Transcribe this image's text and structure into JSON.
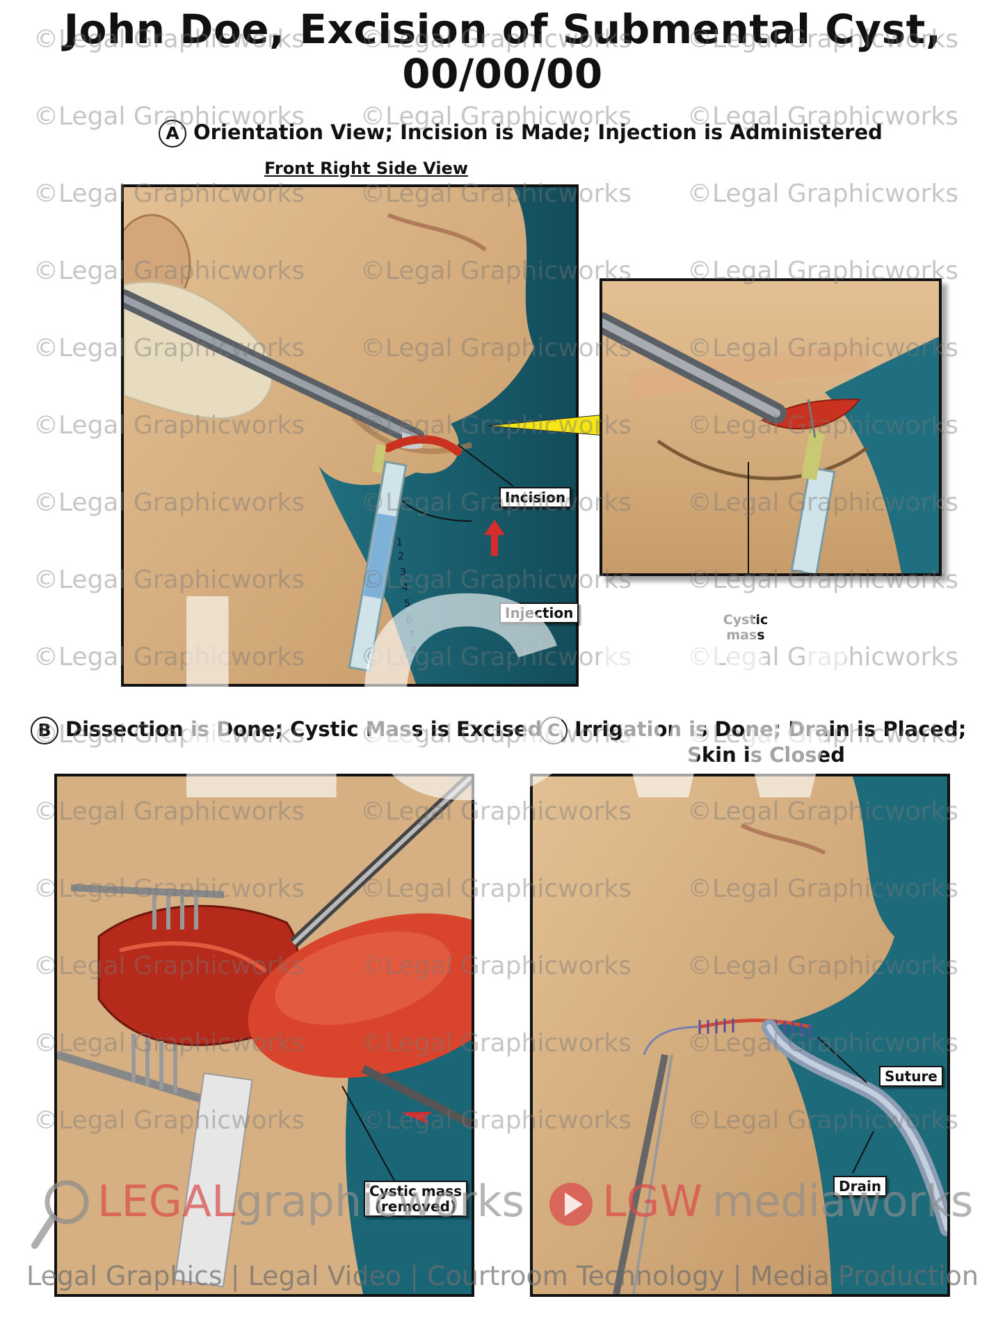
{
  "title": {
    "line1": "John Doe, Excision of Submental Cyst,",
    "line2": "00/00/00"
  },
  "panel_a": {
    "letter": "A",
    "heading": "Orientation View; Incision is Made; Injection is Administered",
    "view_label": "Front Right Side View",
    "callouts": {
      "incision": "Incision",
      "injection": "Injection"
    },
    "inset_label": {
      "line1": "Cystic",
      "line2": "mass"
    },
    "syringe_marks": [
      "1",
      "2",
      "3",
      "4",
      "5",
      "6",
      "7",
      "8"
    ]
  },
  "panel_b": {
    "letter": "B",
    "heading": "Dissection is Done; Cystic Mass is Excised",
    "callout": {
      "line1": "Cystic mass",
      "line2": "(removed)"
    }
  },
  "panel_c": {
    "letter": "C",
    "heading_line1": "Irrigation is Done; Drain is Placed;",
    "heading_line2": "Skin is Closed",
    "callouts": {
      "suture": "Suture",
      "drain": "Drain"
    }
  },
  "watermark": {
    "text": "©Legal Graphicworks",
    "big_mark": "LGW",
    "brand_left": {
      "part1": "LEGAL",
      "part2": "graphicworks"
    },
    "brand_right": {
      "part1": "LGW",
      "part2": "mediaworks"
    },
    "footer": "Legal Graphics | Legal Video | Courtroom Technology | Media Production"
  },
  "colors": {
    "skin": "#d9b487",
    "skin_shadow": "#b98d5f",
    "background_teal": "#1f6f80",
    "wound_red": "#c8321e",
    "brand_red": "#d94b4b",
    "callout_yellow": "#f5e614"
  }
}
